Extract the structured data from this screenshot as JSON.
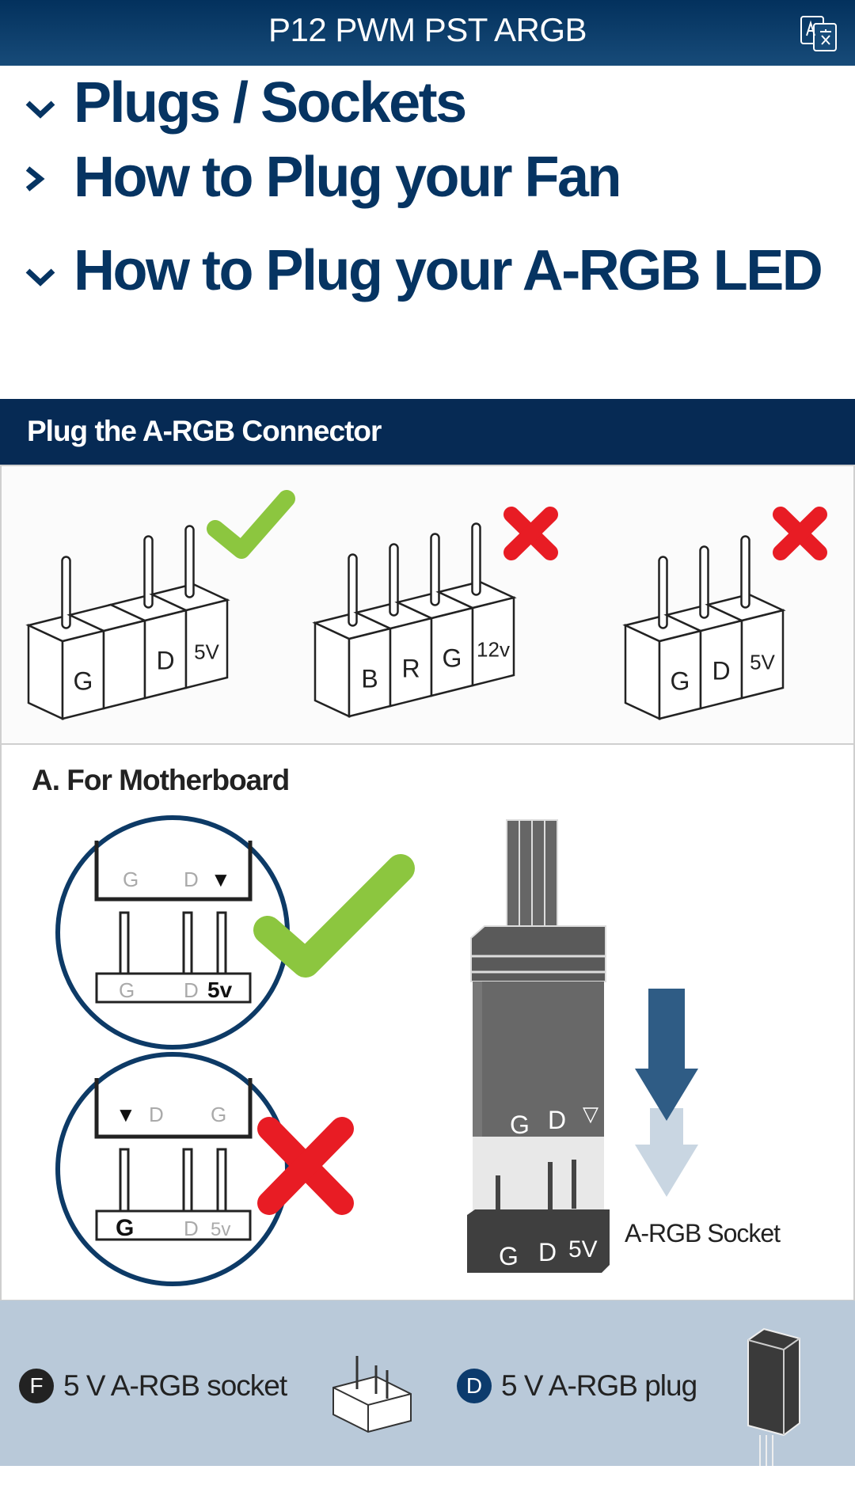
{
  "header": {
    "title": "P12 PWM PST ARGB",
    "icon": "translate-icon"
  },
  "sections": [
    {
      "label": "Plugs / Sockets",
      "state": "expanded"
    },
    {
      "label": "How to Plug your Fan",
      "state": "collapsed"
    },
    {
      "label": "How to Plug your A-RGB LED",
      "state": "expanded"
    }
  ],
  "figure": {
    "banner": "Plug the A-RGB Connector",
    "connectors": [
      {
        "labels": [
          "G",
          "",
          "D",
          "5V"
        ],
        "verdict": "correct"
      },
      {
        "labels": [
          "B",
          "R",
          "G",
          "12v"
        ],
        "verdict": "wrong"
      },
      {
        "labels": [
          "G",
          "D",
          "5V"
        ],
        "verdict": "wrong"
      }
    ],
    "motherboard": {
      "title": "A. For Motherboard",
      "correct": {
        "plug": [
          "G",
          "D",
          "▼"
        ],
        "socket": [
          "G",
          "D",
          "5v"
        ]
      },
      "wrong": {
        "plug": [
          "▼",
          "D",
          "G"
        ],
        "socket": [
          "G",
          "D",
          "5v"
        ]
      },
      "plug_labels": [
        "G",
        "D",
        "▽"
      ],
      "socket_labels": [
        "G",
        "D",
        "5V"
      ],
      "socket_caption": "A-RGB Socket"
    },
    "legend": [
      {
        "badge": "F",
        "label": "5 V A-RGB socket",
        "color": "#222222"
      },
      {
        "badge": "D",
        "label": "5 V A-RGB plug",
        "color": "#0c3b6d"
      }
    ]
  },
  "colors": {
    "brand": "#063462",
    "check": "#8cc63f",
    "cross": "#e81c24"
  }
}
